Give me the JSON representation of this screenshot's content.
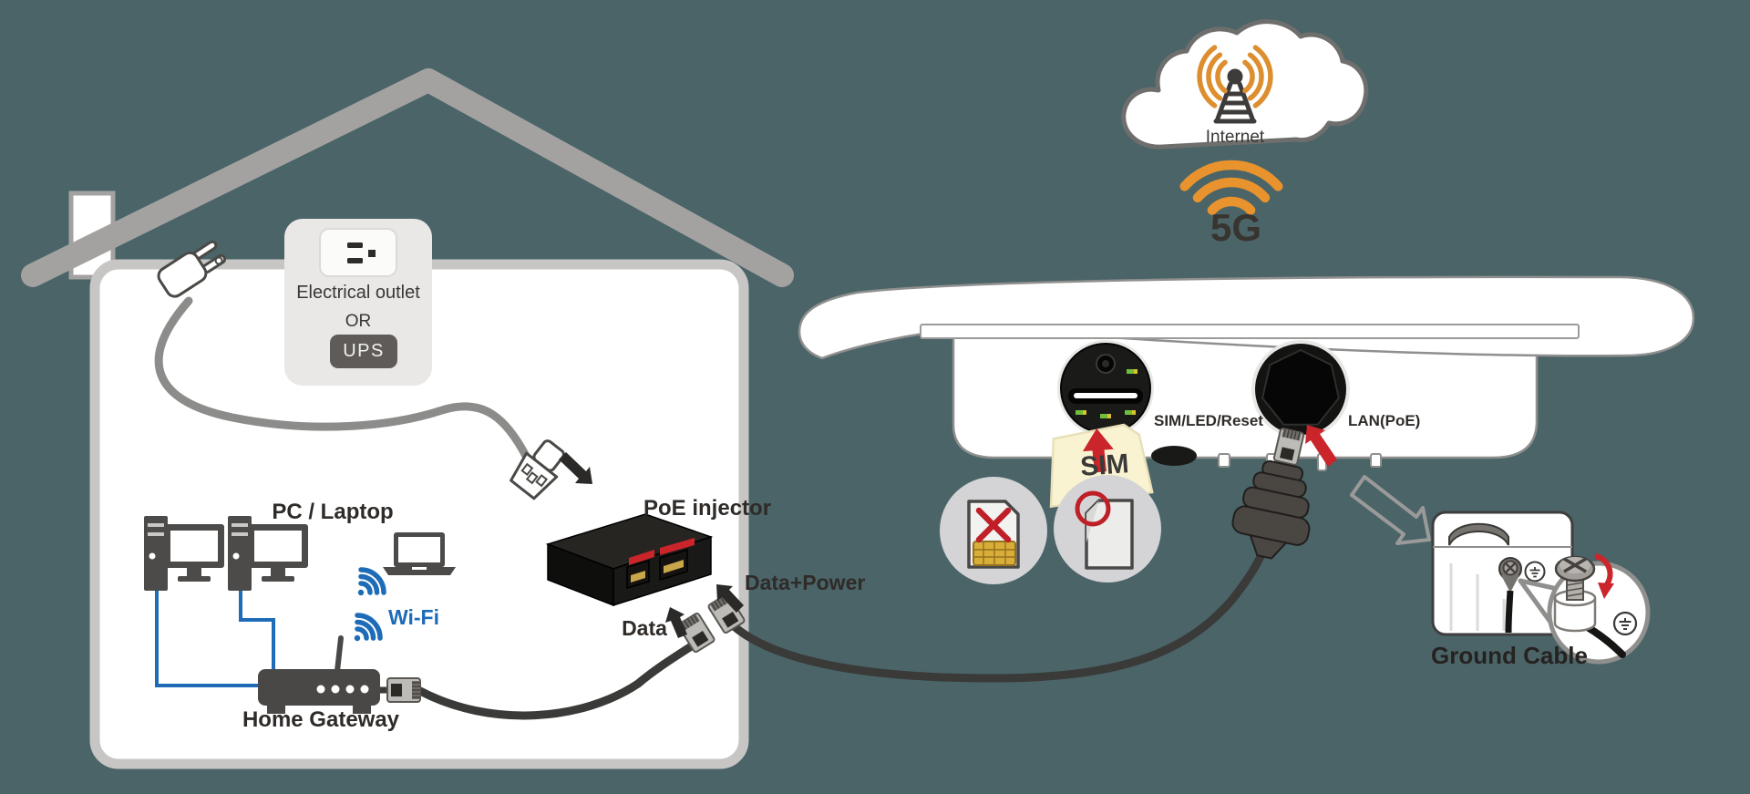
{
  "colors": {
    "background": "#4a6468",
    "house_fill": "#ffffff",
    "roof_gray": "#a3a2a1",
    "wifi_blue": "#1e6cb7",
    "signal_orange": "#e8932d",
    "alert_red": "#c9252b",
    "ink_dark": "#2f2b28"
  },
  "house": {
    "power_panel": {
      "outlet_label": "Electrical outlet",
      "or_label": "OR",
      "ups_label": "UPS"
    },
    "pc_laptop_label": "PC / Laptop",
    "wifi_label": "Wi-Fi",
    "home_gateway_label": "Home Gateway"
  },
  "poe_injector": {
    "label": "PoE injector",
    "data_port_label": "Data",
    "data_power_port_label": "Data+Power"
  },
  "internet": {
    "cloud_label": "Internet",
    "signal_label": "5G"
  },
  "outdoor_unit": {
    "sim_slot_label": "SIM/LED/Reset",
    "lan_port_label": "LAN(PoE)",
    "sim_card_label": "SIM"
  },
  "grounding": {
    "label": "Ground Cable"
  }
}
